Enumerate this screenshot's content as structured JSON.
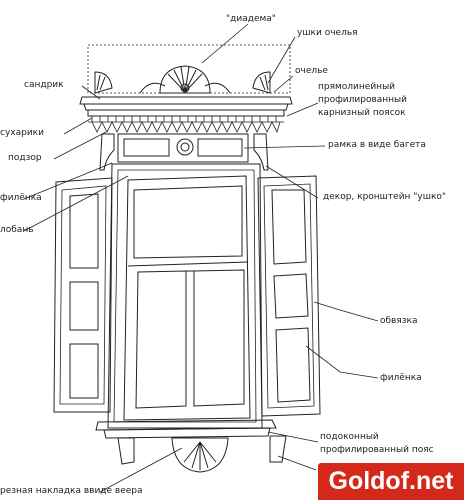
{
  "labels": {
    "diadema": "\"диадема\"",
    "ushki_ochelya": "ушки очелья",
    "ochelye": "очелье",
    "sandrik": "сандрик",
    "cornice_1": "прямолинейный",
    "cornice_2": "профилированный",
    "cornice_3": "карнизный поясок",
    "sukhariki": "сухарики",
    "podzor": "подзор",
    "ramka": "рамка в виде багета",
    "filenka_left": "филёнка",
    "decor": "декор, кронштейн \"ушко\"",
    "loban": "лобань",
    "obvyazka": "обвязка",
    "filenka_right": "филёнка",
    "sill_1": "подоконный",
    "sill_2": "профилированный пояс",
    "fan": "резная накладка ввиде веера"
  },
  "watermark": "Goldof.net",
  "colors": {
    "line": "#222222",
    "watermark_bg": "#d4281b",
    "watermark_text": "#ffffff"
  }
}
